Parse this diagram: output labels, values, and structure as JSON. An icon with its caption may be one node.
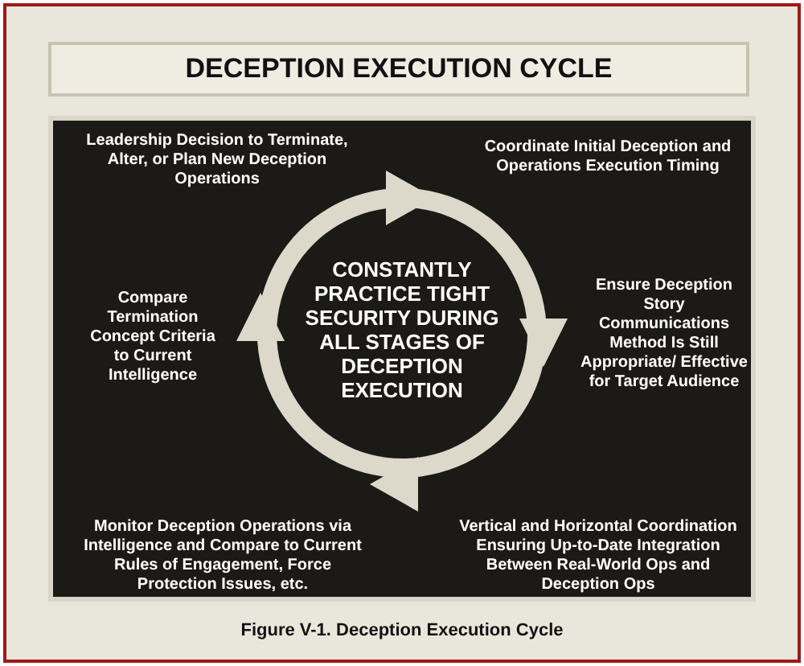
{
  "diagram": {
    "title": "DECEPTION EXECUTION CYCLE",
    "caption": "Figure V-1.  Deception Execution Cycle",
    "nodes": [
      {
        "text": [
          "Leadership Decision to Terminate, Alter, or Plan New Deception Operations"
        ]
      },
      {
        "text": [
          "Coordinate Initial Deception and Operations Execution Timing"
        ]
      },
      {
        "text": [
          "CONSTANTLY PRACTICE TIGHT SECURITY DURING ALL STAGES OF DECEPTION EXECUTION"
        ]
      },
      {
        "text": [
          "Compare Termination Concept Criteria to Current Intelligence"
        ]
      },
      {
        "text": [
          "Ensure Deception Story Communications Method Is Still Appropriate/ Effective for Target Audience"
        ]
      },
      {
        "text": [
          "Monitor Deception Operations via Intelligence and Compare to Current Rules of Engagement, Force Protection Issues, etc."
        ]
      },
      {
        "text": [
          "Vertical and Horizontal Coordination Ensuring Up-to-Date Integration Between Real-World Ops and Deception Ops"
        ]
      }
    ]
  }
}
